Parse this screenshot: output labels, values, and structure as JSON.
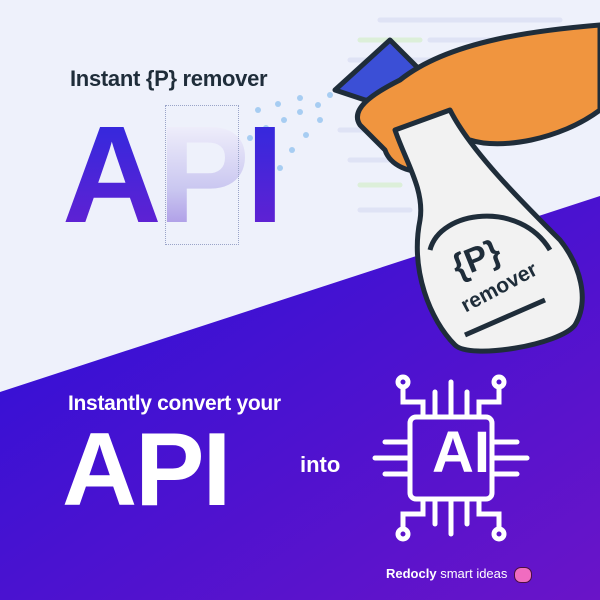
{
  "top": {
    "heading": "Instant {P} remover",
    "big_letters": [
      "A",
      "P",
      "I"
    ]
  },
  "bottle": {
    "label_main": "{P}",
    "label_sub": "remover"
  },
  "bottom": {
    "subheading": "Instantly convert your",
    "api": "API",
    "into": "into",
    "chip_text": "AI"
  },
  "brand": {
    "name": "Redocly",
    "tagline": "smart ideas",
    "icon": "brain-icon"
  },
  "colors": {
    "background_top": "#eef1fb",
    "gradient_start": "#2a10d8",
    "gradient_end": "#6a14c8",
    "hand": "#f0953f",
    "text_dark": "#1f2d3a"
  }
}
